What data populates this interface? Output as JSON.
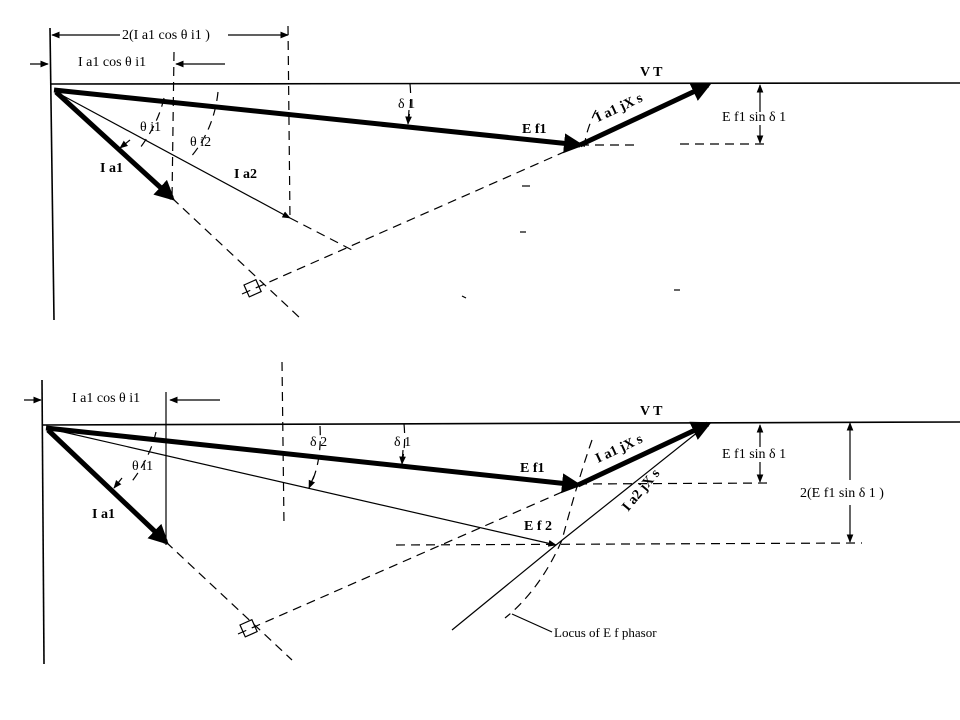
{
  "top_diagram": {
    "dim_top": "2(I a1 cos θ i1 )",
    "dim_left": "I a1 cos θ i1",
    "vt": "V T",
    "delta1": "δ 1",
    "theta_i1": "θ i1",
    "theta_i2": "θ i2",
    "ia1": "I a1",
    "ia2": "I a2",
    "ef1": "E f1",
    "ia1_jxs": "I a1 jX s",
    "ef1_sin": "E f1 sin δ 1"
  },
  "bottom_diagram": {
    "dim_left": "I a1 cos θ i1",
    "vt": "V T",
    "delta2": "δ 2",
    "delta1": "δ 1",
    "theta_i1": "θ i1",
    "ia1": "I a1",
    "ef1": "E f1",
    "ef2": "E f 2",
    "ia1_jxs": "I a1 jX s",
    "ia2_jxs": "I a2 jX s",
    "ef1_sin": "E f1 sin δ 1",
    "ef1_sin_double": "2(E f1 sin δ 1 )",
    "locus": "Locus of E f phasor"
  }
}
